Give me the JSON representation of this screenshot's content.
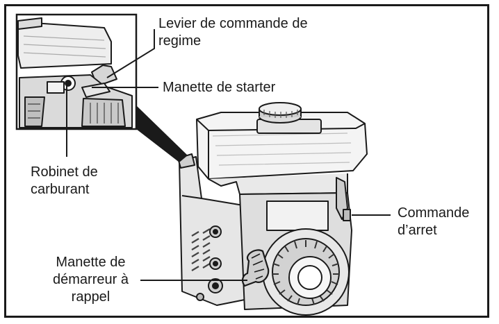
{
  "labels": {
    "throttle_lever": [
      "Levier de commande de",
      "regime"
    ],
    "choke_lever": [
      "Manette de starter"
    ],
    "fuel_valve": [
      "Robinet de",
      "carburant"
    ],
    "stop_switch": [
      "Commande",
      "d’arret"
    ],
    "recoil_starter": [
      "Manette de",
      "démarreur à",
      "rappel"
    ]
  },
  "colors": {
    "ink": "#1a1a1a",
    "paper": "#ffffff",
    "shade": "#d6d6d6",
    "dark": "#2a2a2a"
  }
}
